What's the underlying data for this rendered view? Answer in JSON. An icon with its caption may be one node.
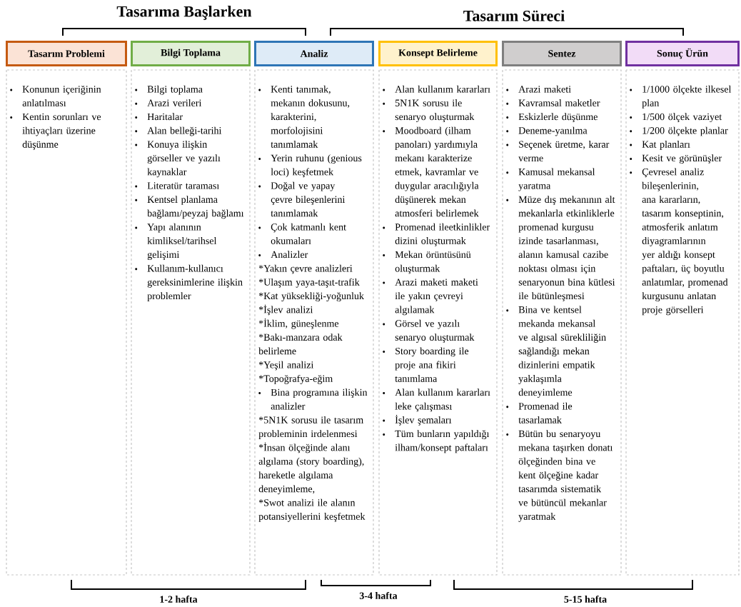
{
  "diagram": {
    "nodes": [
      {
        "text": [
          "Tasarım Problemi"
        ]
      },
      {
        "text": [
          "Bilgi Toplama"
        ]
      },
      {
        "text": [
          "Analiz"
        ]
      },
      {
        "text": [
          "Konsept Belirleme"
        ]
      },
      {
        "text": [
          "Sentez"
        ]
      },
      {
        "text": [
          "Sonuç Ürün"
        ]
      },
      {
        "text": [
          "Konunun içeriğinin anlatılması",
          "Kentin sorunları ve ihtiyaçları üzerine düşünme"
        ]
      },
      {
        "text": [
          "Bilgi toplama",
          "Arazi verileri",
          "Haritalar",
          "Alan belleği-tarihi",
          "Konuya ilişkin görseller ve yazılı kaynaklar",
          "Literatür taraması",
          "Kentsel planlama bağlamı/peyzaj bağlamı",
          "Yapı alanının kimliksel/tarihsel gelişimi",
          "Kullanım-kullanıcı gereksinimlerine ilişkin problemler"
        ]
      },
      {
        "text": [
          "Kenti tanımak, mekanın dokusunu, karakterini, morfolojisini tanımlamak",
          "Yerin ruhunu (genious loci) keşfetmek",
          "Doğal ve yapay çevre bileşenlerini tanımlamak",
          "Çok katmanlı kent okumaları",
          "Analizler",
          "*Yakın çevre analizleri",
          "*Ulaşım yaya-taşıt-trafik",
          "*Kat yüksekliği-yoğunluk",
          "*İşlev analizi",
          "*İklim, güneşlenme",
          "*Bakı-manzara odak belirleme",
          "*Yeşil analizi",
          "*Topoğrafya-eğim",
          "Bina programına ilişkin analizler",
          "*5N1K sorusu ile tasarım probleminin irdelenmesi",
          "*İnsan ölçeğinde alanı algılama (story boarding), hareketle algılama deneyimleme,",
          "*Swot analizi ile alanın potansiyellerini keşfetmek"
        ]
      },
      {
        "text": [
          "Alan kullanım kararları",
          "5N1K sorusu ile senaryo oluşturmak",
          "Moodboard (ilham panoları) yardımıyla mekanı karakterize etmek, kavramlar ve duygular aracılığıyla düşünerek mekan atmosferi belirlemek",
          "Promenad ileetkinlikler dizini oluşturmak",
          "Mekan örüntüsünü oluşturmak",
          "Arazi maketi maketi ile yakın çevreyi algılamak",
          "Görsel ve yazılı senaryo oluşturmak",
          "Story boarding ile proje ana fikiri tanımlama",
          "Alan kullanım kararları leke çalışması",
          "İşlev şemaları",
          "Tüm bunların yapıldığı ilham/konsept paftaları"
        ]
      },
      {
        "text": [
          "Arazi maketi",
          "Kavramsal maketler",
          "Eskizlerle düşünme",
          "Deneme-yanılma",
          "Seçenek üretme, karar verme",
          "Kamusal mekansal yaratma",
          "Müze dış mekanının alt mekanlarla etkinliklerle promenad kurgusu izinde tasarlanması, alanın kamusal cazibe noktası olması için senaryonun bina kütlesi ile bütünleşmesi",
          "Bina ve kentsel mekanda mekansal ve algısal sürekliliğin sağlandığı mekan dizinlerini empatik yaklaşımla deneyimleme",
          "Promenad ile tasarlamak",
          "Bütün bu senaryoyu mekana taşırken donatı ölçeğinden bina ve kent ölçeğine kadar tasarımda sistematik ve bütüncül mekanlar yaratmak"
        ]
      },
      {
        "text": [
          "1/1000 ölçekte ilkesel plan",
          "1/500 ölçek vaziyet",
          "1/200 ölçekte planlar",
          "Kat planları",
          "Kesit ve görünüşler",
          "Çevresel analiz bileşenlerinin, ana kararların, tasarım konseptinin, atmosferik anlatım diyagramlarının yer aldığı konsept paftaları, üç boyutlu anlatımlar,  promenad kurgusunu anlatan proje görselleri"
        ]
      }
    ],
    "labels": [
      "Tasarıma Başlarken",
      "Tasarım Süreci",
      "1-2 hafta",
      "3-4 hafta",
      "5-15 hafta"
    ]
  }
}
